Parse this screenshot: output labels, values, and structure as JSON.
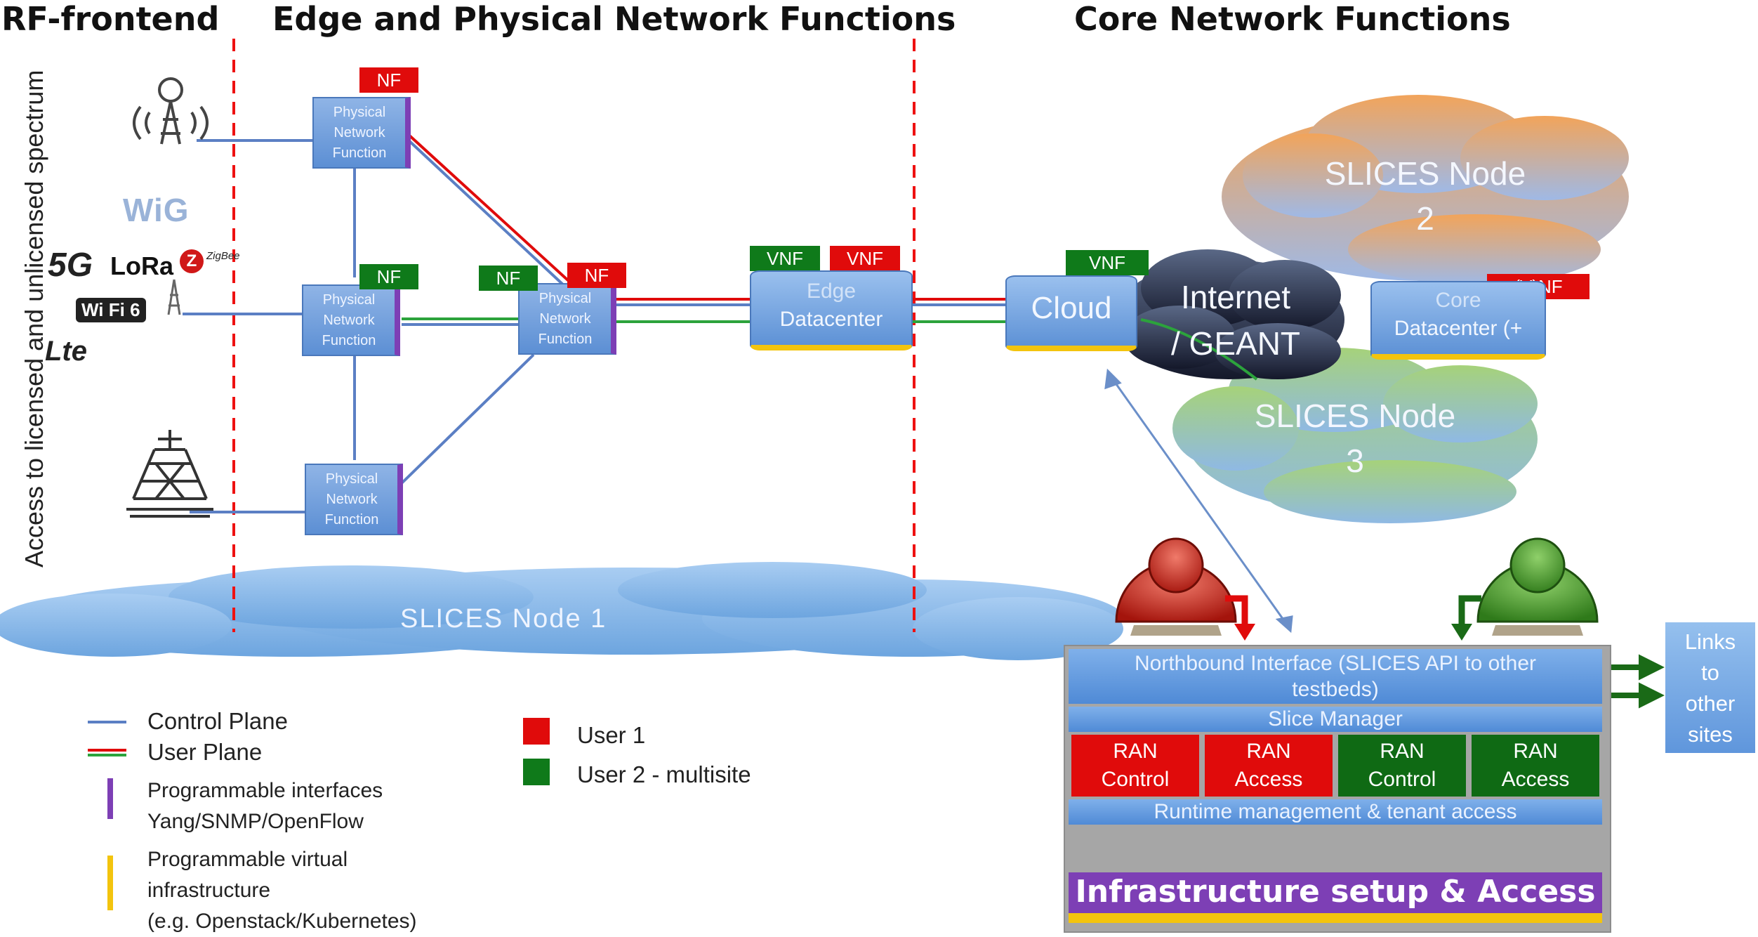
{
  "headings": {
    "rf": "RF-frontend",
    "edge": "Edge and Physical Network Functions",
    "core": "Core Network Functions"
  },
  "vertical_label": "Access to licensed and unlicensed spectrum",
  "tech_logos": {
    "wigig": "WiG",
    "fiveg": "5G",
    "lora": "LoRa",
    "zigbee": "ZigBee",
    "wifi": "Wi Fi 6",
    "lte": "Lte"
  },
  "pnf": {
    "line1": "Physical",
    "line2": "Network",
    "line3": "Function"
  },
  "tags": {
    "nf": "NF",
    "vnf": "VNF",
    "vnf_core": "(V)NF"
  },
  "edge_dc": {
    "line1": "Edge",
    "line2": "Datacenter"
  },
  "cloud_dc": "Cloud",
  "core_dc": {
    "line1": "Core",
    "line2": "Datacenter (+"
  },
  "clouds": {
    "node1": "SLICES Node 1",
    "node2_l1": "SLICES Node",
    "node2_l2": "2",
    "node3_l1": "SLICES Node",
    "node3_l2": "3",
    "internet_l1": "Internet",
    "internet_l2": "/ GEANT"
  },
  "legend": {
    "control_plane": "Control Plane",
    "user_plane": "User Plane",
    "prog_if_l1": "Programmable interfaces",
    "prog_if_l2": "Yang/SNMP/OpenFlow",
    "prog_vi_l1": "Programmable virtual",
    "prog_vi_l2": "infrastructure",
    "prog_vi_l3": "(e.g. Openstack/Kubernetes)",
    "user1": "User 1",
    "user2": "User 2 - multisite"
  },
  "panel": {
    "northbound_l1": "Northbound Interface (SLICES API to other",
    "northbound_l2": "testbeds)",
    "slice_manager": "Slice Manager",
    "ran": [
      {
        "l1": "RAN",
        "l2": "Control"
      },
      {
        "l1": "RAN",
        "l2": "Access"
      },
      {
        "l1": "RAN",
        "l2": "Control"
      },
      {
        "l1": "RAN",
        "l2": "Access"
      }
    ],
    "runtime": "Runtime management & tenant access",
    "infra": "Infrastructure setup & Access"
  },
  "links": {
    "l1": "Links",
    "l2": "to",
    "l3": "other",
    "l4": "sites"
  },
  "colors": {
    "control_plane": "#5b7fc4",
    "user_red": "#e00b0b",
    "user_green": "#0f7a1a",
    "prog_interface": "#7d3fb5",
    "prog_virtual": "#f3c40e",
    "nf_blue": "#6a98d8",
    "panel_grey": "#a6a6a6"
  }
}
